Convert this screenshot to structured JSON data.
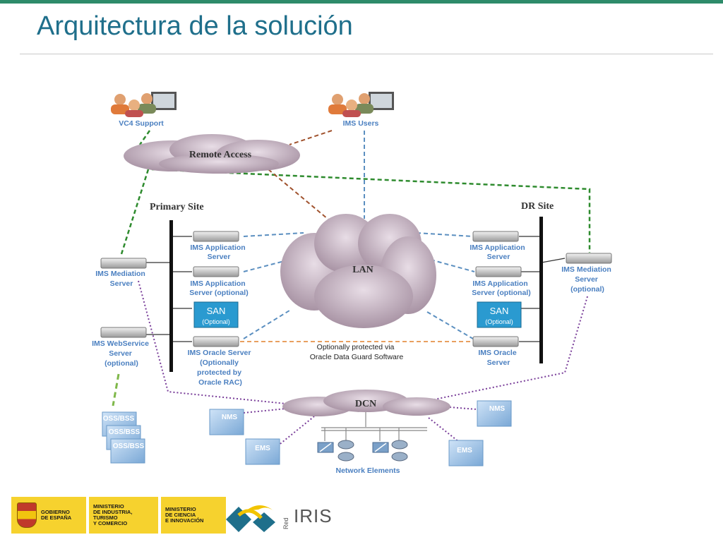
{
  "slide": {
    "title": "Arquitectura de la solución"
  },
  "diagram": {
    "top_labels": {
      "vc4_support": "VC4 Support",
      "ims_users": "IMS Users"
    },
    "clouds": {
      "remote_access": "Remote Access",
      "lan": "LAN",
      "dcn": "DCN"
    },
    "sites": {
      "primary": "Primary Site",
      "dr": "DR Site"
    },
    "primary_servers": {
      "app1": [
        "IMS Application",
        "Server"
      ],
      "app2": [
        "IMS Application",
        "Server (optional)"
      ],
      "oracle": [
        "IMS Oracle Server",
        "(Optionally",
        "protected by",
        "Oracle RAC)"
      ]
    },
    "dr_servers": {
      "app1": [
        "IMS Application",
        "Server"
      ],
      "app2": [
        "IMS Application",
        "Server (optional)"
      ],
      "oracle": [
        "IMS Oracle",
        "Server"
      ]
    },
    "mediation_left": [
      "IMS Mediation",
      "Server"
    ],
    "webservice": [
      "IMS WebService",
      "Server",
      "(optional)"
    ],
    "mediation_right": [
      "IMS Mediation",
      "Server",
      "(optional)"
    ],
    "san": {
      "title": "SAN",
      "sub": "(Optional)"
    },
    "dataguard_note": [
      "Optionally protected via",
      "Oracle Data Guard Software"
    ],
    "oss_bss": [
      "OSS/BSS",
      "OSS/BSS",
      "OSS/BSS"
    ],
    "nms": "NMS",
    "ems": "EMS",
    "network_elements": "Network Elements"
  },
  "footer": {
    "gobierno": "GOBIERNO\nDE ESPAÑA",
    "ministerio_industria": "MINISTERIO\nDE INDUSTRIA, TURISMO\nY COMERCIO",
    "ministerio_ciencia": "MINISTERIO\nDE CIENCIA\nE INNOVACIÓN",
    "rediris_red": "Red",
    "rediris_iris": "IRIS"
  },
  "colors": {
    "title": "#1f6f8b",
    "accent_bar": "#2e8b6a",
    "label_blue": "#4a7fc0",
    "san_box": "#2a9ad0",
    "footer_yellow": "#f6d22e",
    "link_green": "#2e8b2e",
    "link_brown": "#a0522d",
    "link_blue": "#5b8fc0",
    "link_purple": "#7a3f9a",
    "link_orange": "#e8a060"
  }
}
